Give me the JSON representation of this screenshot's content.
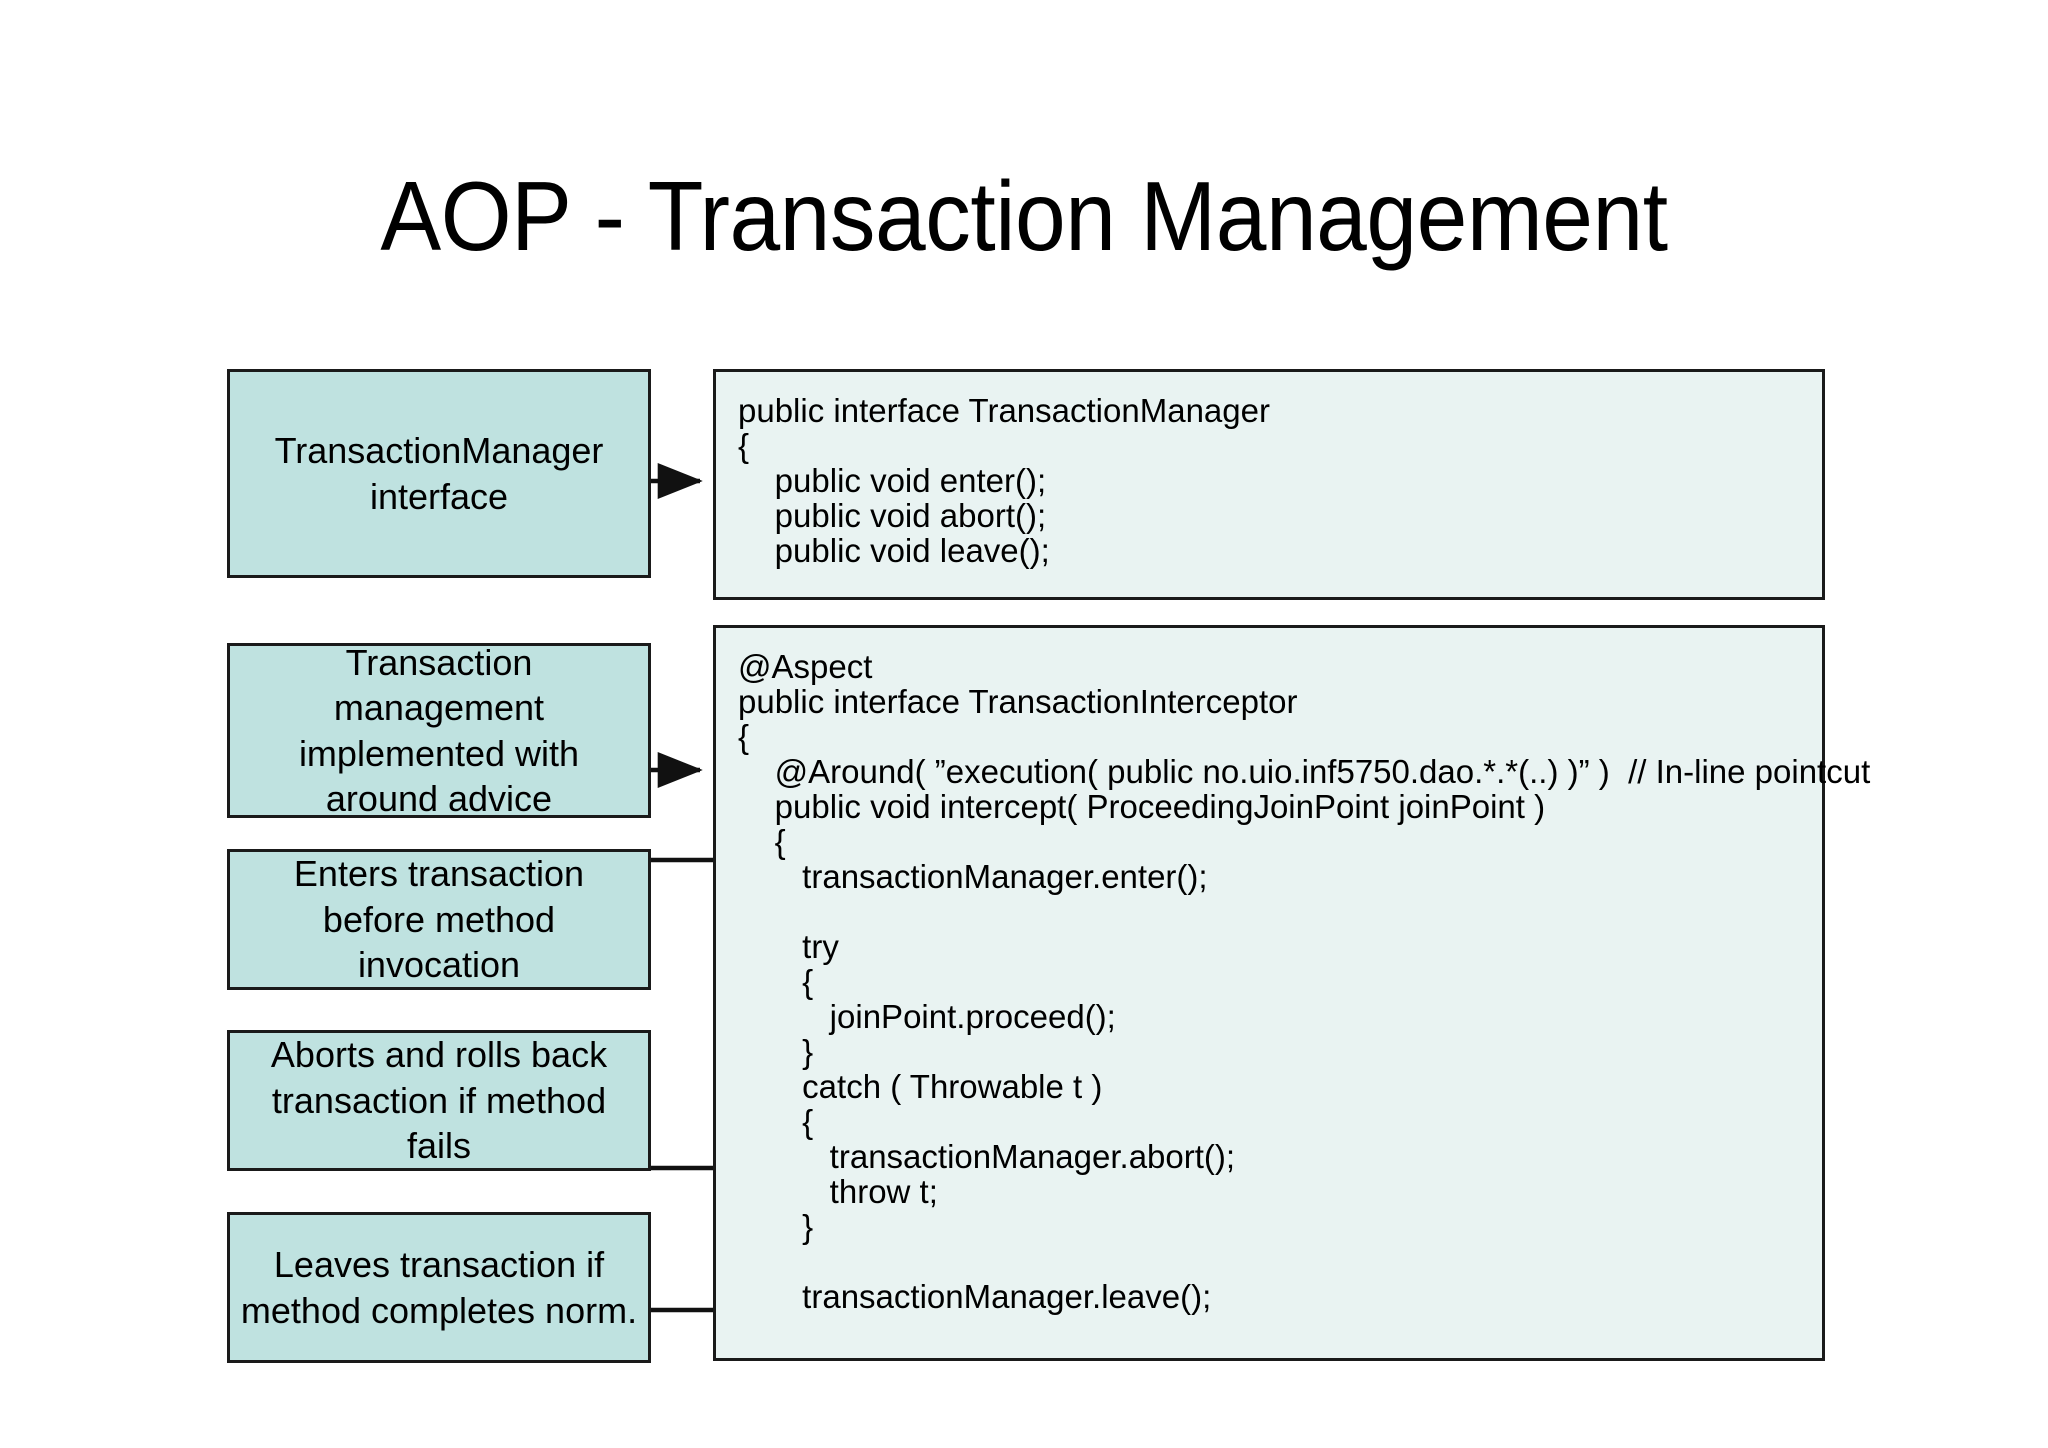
{
  "slide": {
    "title": "AOP - Transaction Management",
    "background_color": "#ffffff"
  },
  "colors": {
    "label_box_fill": "#bfe2e0",
    "code_block_fill": "#e9f3f2",
    "border": "#1a1a1a",
    "text": "#000000"
  },
  "labels": {
    "tm_interface": "TransactionManager\ninterface",
    "around_advice": "Transaction management\nimplemented with\naround advice",
    "enters": "Enters transaction\nbefore method invocation",
    "aborts": "Aborts and rolls back\ntransaction if method fails",
    "leaves": "Leaves transaction if\nmethod completes norm."
  },
  "code_manager": {
    "lines": [
      "public interface TransactionManager",
      "{",
      "    public void enter();",
      "    public void abort();",
      "    public void leave();"
    ]
  },
  "code_interceptor": {
    "lines": [
      "@Aspect",
      "public interface TransactionInterceptor",
      "{",
      "    @Around( ”execution( public no.uio.inf5750.dao.*.*(..) )” )  // In-line pointcut",
      "    public void intercept( ProceedingJoinPoint joinPoint )",
      "    {",
      "       transactionManager.enter();",
      "",
      "       try",
      "       {",
      "          joinPoint.proceed();",
      "       }",
      "       catch ( Throwable t )",
      "       {",
      "          transactionManager.abort();",
      "          throw t;",
      "       }",
      "",
      "       transactionManager.leave();"
    ]
  },
  "arrows": [
    {
      "name": "arrow-tm-interface-to-code",
      "from": "tm-interface-box",
      "to": "code-manager-block"
    },
    {
      "name": "arrow-around-advice-to-code",
      "from": "around-advice-box",
      "to": "code-interceptor-block"
    },
    {
      "name": "arrow-enters-to-enter-call",
      "from": "enters-box",
      "to": "transactionManager.enter();"
    },
    {
      "name": "arrow-aborts-to-abort-call",
      "from": "aborts-box",
      "to": "transactionManager.abort();"
    },
    {
      "name": "arrow-leaves-to-leave-call",
      "from": "leaves-box",
      "to": "transactionManager.leave();"
    }
  ]
}
